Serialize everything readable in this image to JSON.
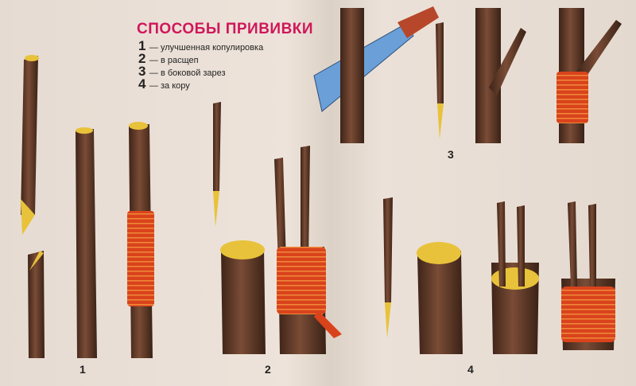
{
  "title": "СПОСОБЫ ПРИВИВКИ",
  "legend": [
    {
      "num": "1",
      "text": "— улучшенная копулировка"
    },
    {
      "num": "2",
      "text": "— в расщеп"
    },
    {
      "num": "3",
      "text": "— в боковой зарез"
    },
    {
      "num": "4",
      "text": "— за кору"
    }
  ],
  "figure_labels": [
    "1",
    "2",
    "3",
    "4"
  ],
  "colors": {
    "title": "#d0165a",
    "bark": "#5e3a2a",
    "cut": "#e8c23a",
    "wrap": "#d9431c"
  }
}
